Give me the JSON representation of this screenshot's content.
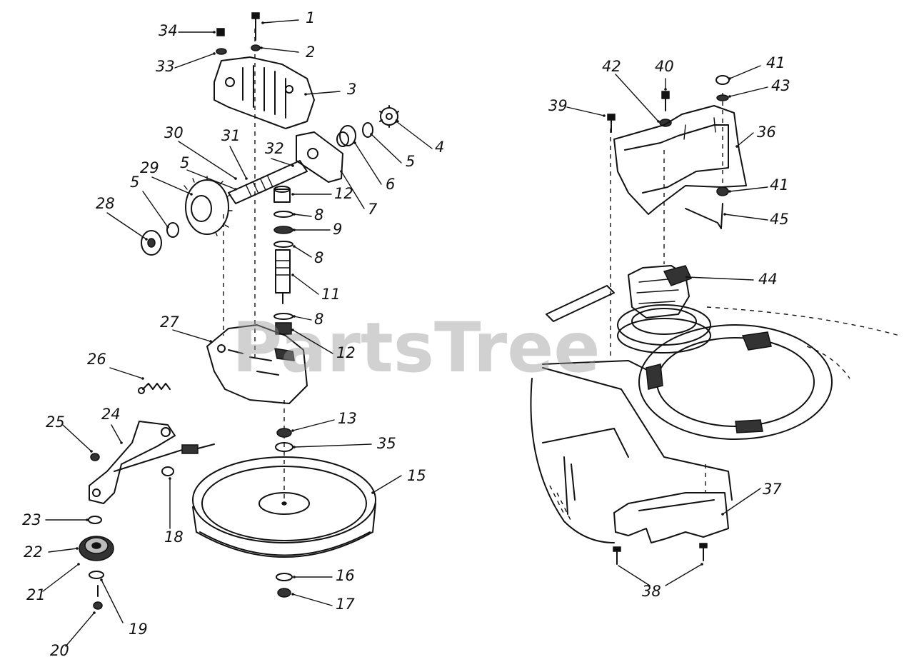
{
  "watermark": "PartsTree",
  "callouts": [
    {
      "id": "c1",
      "text": "1"
    },
    {
      "id": "c2",
      "text": "2"
    },
    {
      "id": "c3",
      "text": "3"
    },
    {
      "id": "c4",
      "text": "4"
    },
    {
      "id": "c5a",
      "text": "5"
    },
    {
      "id": "c5b",
      "text": "5"
    },
    {
      "id": "c5c",
      "text": "5"
    },
    {
      "id": "c6",
      "text": "6"
    },
    {
      "id": "c7",
      "text": "7"
    },
    {
      "id": "c8a",
      "text": "8"
    },
    {
      "id": "c8b",
      "text": "8"
    },
    {
      "id": "c8c",
      "text": "8"
    },
    {
      "id": "c9",
      "text": "9"
    },
    {
      "id": "c11",
      "text": "11"
    },
    {
      "id": "c12a",
      "text": "12"
    },
    {
      "id": "c12b",
      "text": "12"
    },
    {
      "id": "c13",
      "text": "13"
    },
    {
      "id": "c15",
      "text": "15"
    },
    {
      "id": "c16",
      "text": "16"
    },
    {
      "id": "c17",
      "text": "17"
    },
    {
      "id": "c18",
      "text": "18"
    },
    {
      "id": "c19",
      "text": "19"
    },
    {
      "id": "c20",
      "text": "20"
    },
    {
      "id": "c21",
      "text": "21"
    },
    {
      "id": "c22",
      "text": "22"
    },
    {
      "id": "c23",
      "text": "23"
    },
    {
      "id": "c24",
      "text": "24"
    },
    {
      "id": "c25",
      "text": "25"
    },
    {
      "id": "c26",
      "text": "26"
    },
    {
      "id": "c27",
      "text": "27"
    },
    {
      "id": "c28",
      "text": "28"
    },
    {
      "id": "c29",
      "text": "29"
    },
    {
      "id": "c30",
      "text": "30"
    },
    {
      "id": "c31",
      "text": "31"
    },
    {
      "id": "c32",
      "text": "32"
    },
    {
      "id": "c33",
      "text": "33"
    },
    {
      "id": "c34",
      "text": "34"
    },
    {
      "id": "c35",
      "text": "35"
    },
    {
      "id": "c36",
      "text": "36"
    },
    {
      "id": "c37",
      "text": "37"
    },
    {
      "id": "c38",
      "text": "38"
    },
    {
      "id": "c39",
      "text": "39"
    },
    {
      "id": "c40",
      "text": "40"
    },
    {
      "id": "c41a",
      "text": "41"
    },
    {
      "id": "c41b",
      "text": "41"
    },
    {
      "id": "c42",
      "text": "42"
    },
    {
      "id": "c43",
      "text": "43"
    },
    {
      "id": "c44",
      "text": "44"
    },
    {
      "id": "c45",
      "text": "45"
    }
  ]
}
